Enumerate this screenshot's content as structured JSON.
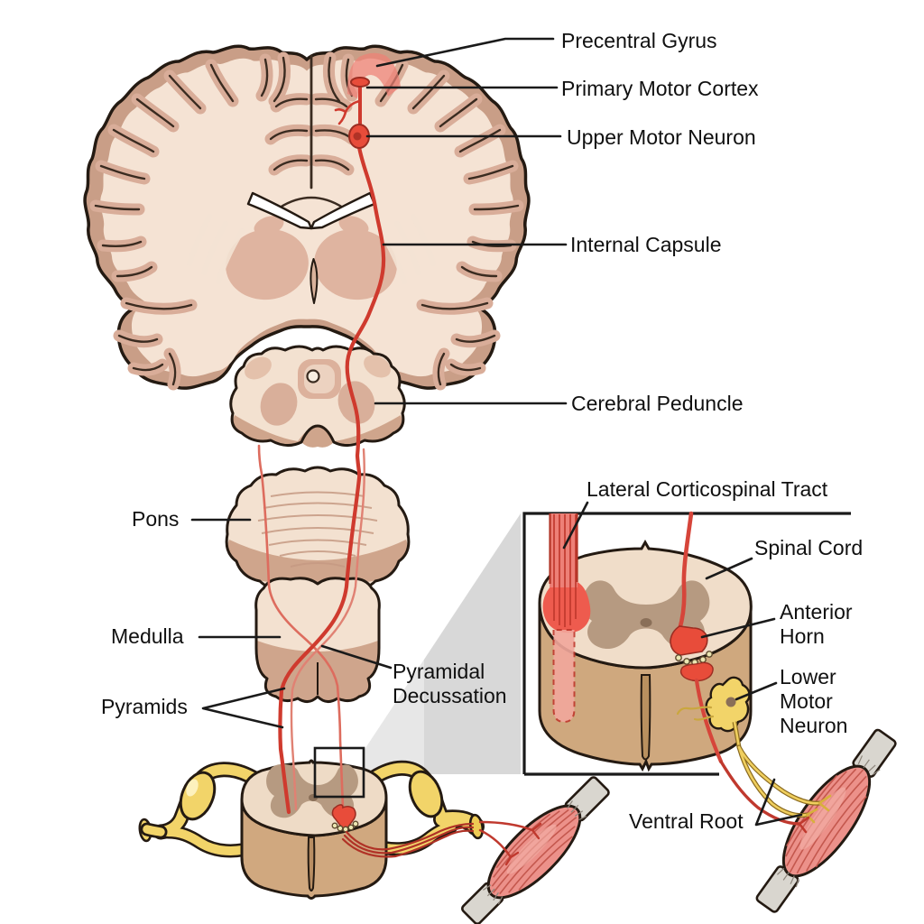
{
  "labels": {
    "precentral_gyrus": "Precentral Gyrus",
    "primary_motor_cortex": "Primary Motor Cortex",
    "upper_motor_neuron": "Upper Motor Neuron",
    "internal_capsule": "Internal Capsule",
    "cerebral_peduncle": "Cerebral Peduncle",
    "pons": "Pons",
    "medulla": "Medulla",
    "pyramids": "Pyramids",
    "pyramidal_decussation": "Pyramidal Decussation",
    "lateral_corticospinal_tract": "Lateral Corticospinal Tract",
    "spinal_cord": "Spinal Cord",
    "anterior_horn": "Anterior Horn",
    "lower_motor_neuron": "Lower Motor Neuron",
    "ventral_root": "Ventral Root"
  },
  "colors": {
    "background": "#ffffff",
    "outline": "#241a12",
    "cortex_rim": "#c99e87",
    "gyri_band": "#d9ad99",
    "white_matter": "#f5e3d4",
    "deep_gray": "#dfb4a0",
    "brainstem_face": "#f3e1d0",
    "brainstem_rim": "#cfa58c",
    "cord_top": "#eedbc6",
    "cord_side": "#d0a87f",
    "cord_gray": "#b69a81",
    "tract_red": "#cf3a2e",
    "tract_red_light": "#e08173",
    "highlight_red": "#ee8176",
    "synapse_red": "#e84c3a",
    "nerve_yellow": "#f2d469",
    "muscle_pink": "#ec918a",
    "muscle_striation": "#c4584e",
    "tendon_gray": "#d9d6cf",
    "pointer_black": "#1a1a1a",
    "wedge_gray": "#c9c9c9"
  }
}
